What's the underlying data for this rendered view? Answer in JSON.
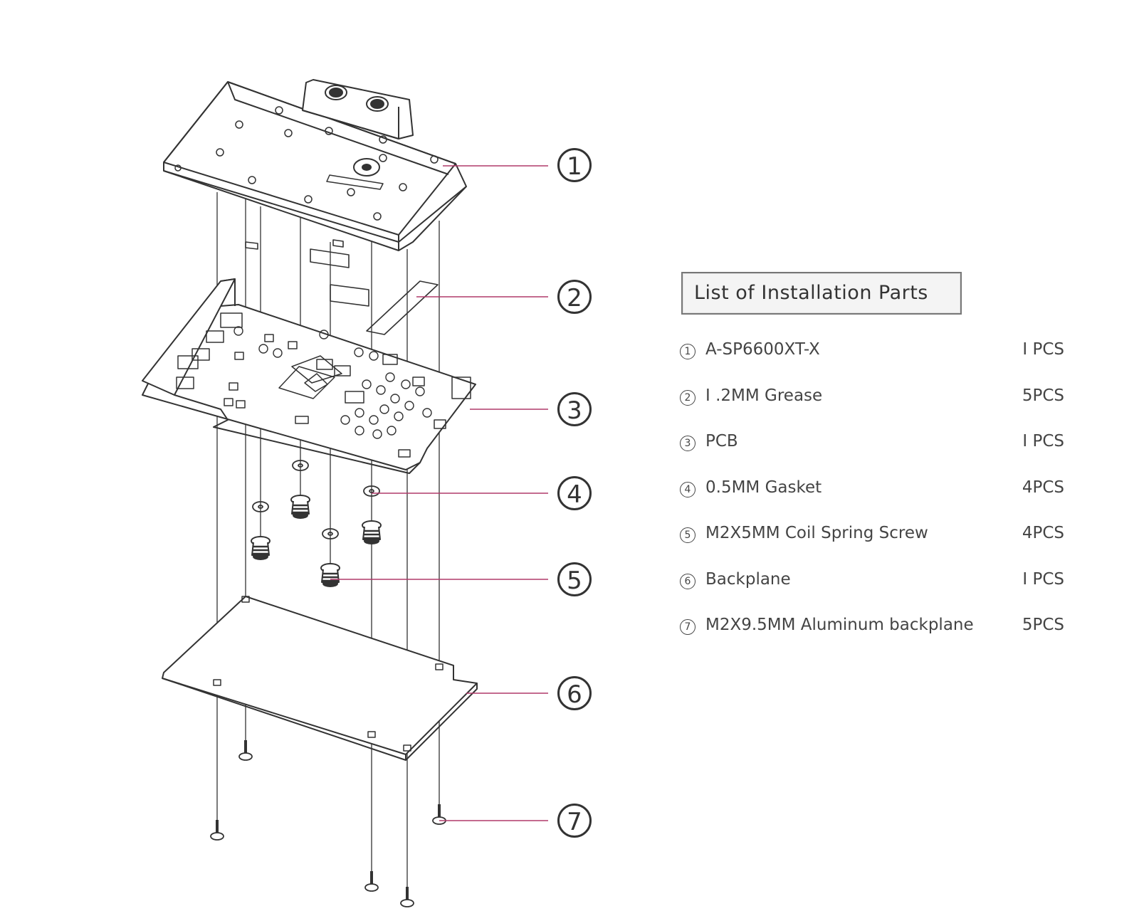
{
  "legend": {
    "title": "List of Installation Parts",
    "items": [
      {
        "number": "1",
        "name": "A-SP6600XT-X",
        "qty": "I PCS"
      },
      {
        "number": "2",
        "name": "I .2MM Grease",
        "qty": "5PCS"
      },
      {
        "number": "3",
        "name": "PCB",
        "qty": "I PCS"
      },
      {
        "number": "4",
        "name": "0.5MM  Gasket",
        "qty": "4PCS"
      },
      {
        "number": "5",
        "name": "M2X5MM  Coil Spring Screw",
        "qty": "4PCS"
      },
      {
        "number": "6",
        "name": "Backplane",
        "qty": "I PCS"
      },
      {
        "number": "7",
        "name": "M2X9.5MM Aluminum backplane",
        "qty": "5PCS"
      }
    ]
  },
  "callouts": [
    {
      "number": "1"
    },
    {
      "number": "2"
    },
    {
      "number": "3"
    },
    {
      "number": "4"
    },
    {
      "number": "5"
    },
    {
      "number": "6"
    },
    {
      "number": "7"
    }
  ],
  "colors": {
    "leader_line": "#b03a6a",
    "outline": "#333333",
    "legend_bg": "#f4f4f4"
  }
}
